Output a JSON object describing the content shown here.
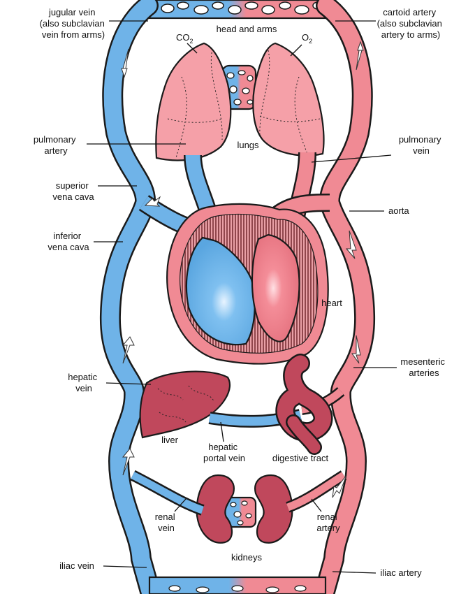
{
  "colors": {
    "vein_blue": "#6fb3e8",
    "artery_red": "#f08a94",
    "organ_pink": "#f5a0a8",
    "organ_maroon": "#c0485c",
    "heart_muscle": "#7a2a30",
    "background": "#ffffff"
  },
  "labels": {
    "jugular_vein": [
      "jugular vein",
      "(also subclavian",
      "vein from arms)"
    ],
    "carotid_artery": [
      "cartoid artery",
      "(also subclavian",
      "artery to arms)"
    ],
    "head_and_arms": "head and arms",
    "co2": "CO",
    "co2_sub": "2",
    "o2": "O",
    "o2_sub": "2",
    "lungs": "lungs",
    "pulmonary_artery": [
      "pulmonary",
      "artery"
    ],
    "pulmonary_vein": [
      "pulmonary",
      "vein"
    ],
    "superior_vena_cava": [
      "superior",
      "vena cava"
    ],
    "aorta": "aorta",
    "inferior_vena_cava": [
      "inferior",
      "vena cava"
    ],
    "heart": "heart",
    "hepatic_vein": [
      "hepatic",
      "vein"
    ],
    "mesenteric_arteries": [
      "mesenteric",
      "arteries"
    ],
    "liver": "liver",
    "hepatic_portal_vein": [
      "hepatic",
      "portal vein"
    ],
    "digestive_tract": "digestive tract",
    "renal_vein": [
      "renal",
      "vein"
    ],
    "renal_artery": [
      "renal",
      "artery"
    ],
    "kidneys": "kidneys",
    "iliac_vein": "iliac vein",
    "iliac_artery": "iliac artery"
  }
}
